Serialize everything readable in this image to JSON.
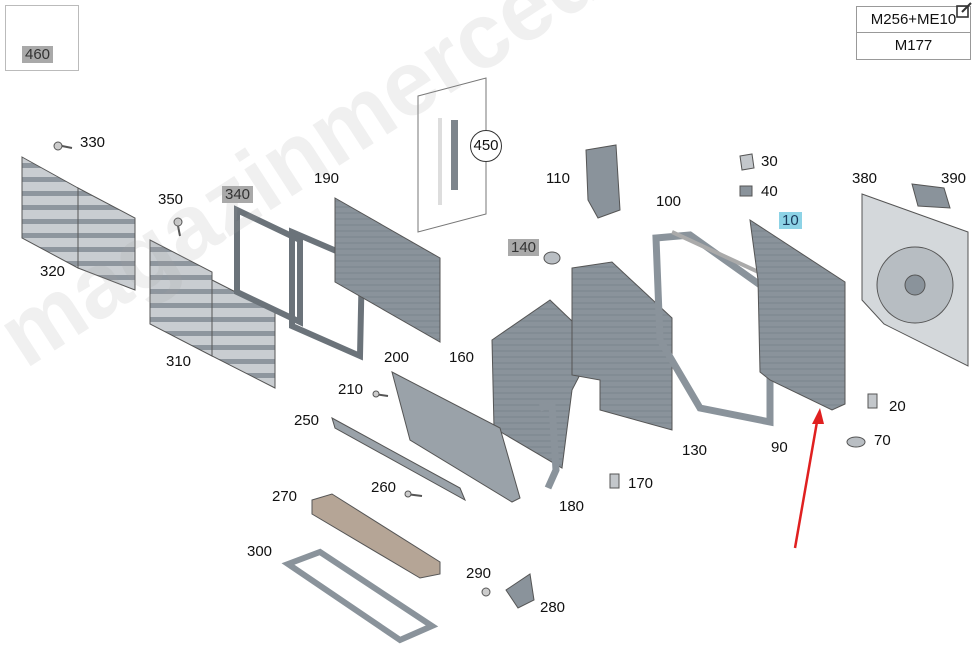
{
  "corner_part": {
    "number": "460"
  },
  "variants": [
    "M256+ME10",
    "M177"
  ],
  "watermark": "magazinmercedes.ru",
  "colors": {
    "highlight_gray": "#a9a9a9",
    "highlight_blue": "#8dd3e6",
    "part_fill": "#8a939b",
    "arrow": "#e02020"
  },
  "parts": {
    "p330": "330",
    "p320": "320",
    "p350": "350",
    "p340": "340",
    "p310": "310",
    "p190": "190",
    "p450": "450",
    "p110": "110",
    "p140": "140",
    "p160": "160",
    "p200": "200",
    "p210": "210",
    "p250": "250",
    "p260": "260",
    "p270": "270",
    "p300": "300",
    "p290": "290",
    "p280": "280",
    "p180": "180",
    "p170": "170",
    "p130": "130",
    "p100": "100",
    "p90": "90",
    "p30": "30",
    "p40": "40",
    "p10": "10",
    "p380": "380",
    "p390": "390",
    "p20": "20",
    "p70": "70"
  }
}
